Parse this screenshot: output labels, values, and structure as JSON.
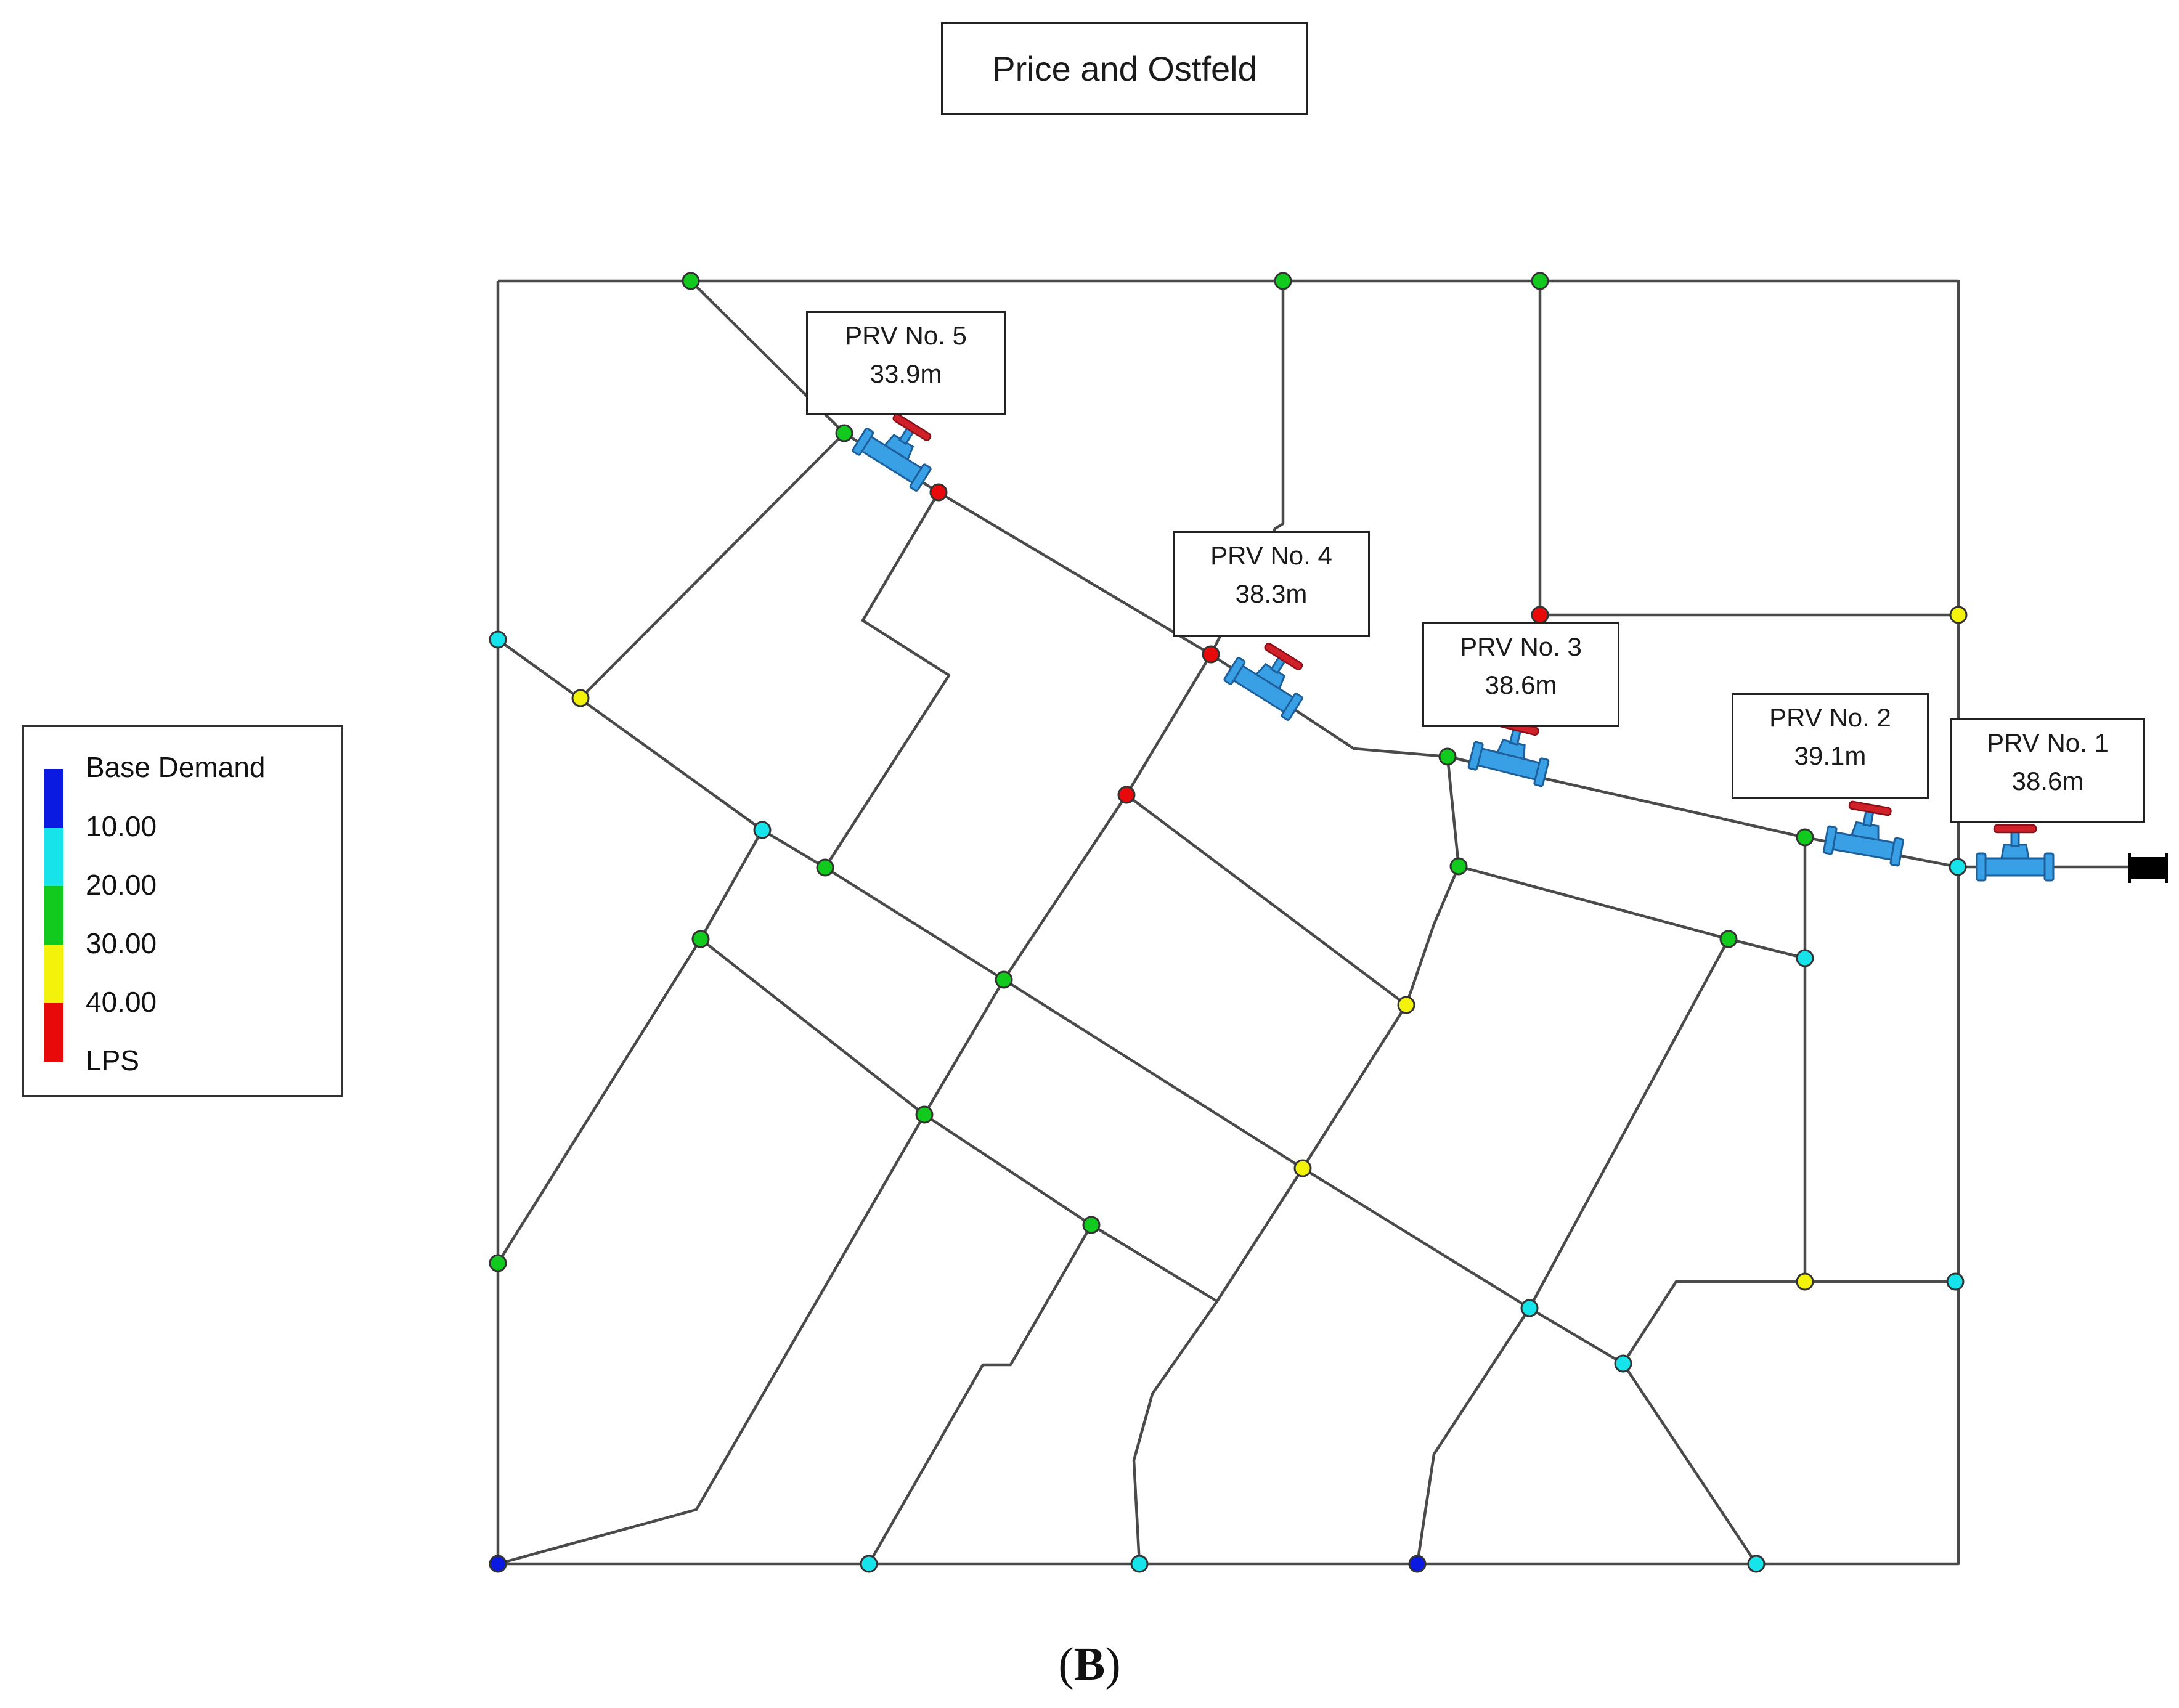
{
  "title": "Price and Ostfeld",
  "caption": {
    "open": "(",
    "letter": "B",
    "close": ")"
  },
  "legend": {
    "title": "Base Demand",
    "ticks": [
      "10.00",
      "20.00",
      "30.00",
      "40.00"
    ],
    "unit": "LPS",
    "colors": [
      "#0a1ae0",
      "#16e4ea",
      "#12c91e",
      "#f2f20a",
      "#e80a0a"
    ]
  },
  "valves": [
    {
      "name": "PRV No. 5",
      "pressure": "33.9m"
    },
    {
      "name": "PRV No. 4",
      "pressure": "38.3m"
    },
    {
      "name": "PRV No. 3",
      "pressure": "38.6m"
    },
    {
      "name": "PRV No. 2",
      "pressure": "39.1m"
    },
    {
      "name": "PRV No. 1",
      "pressure": "38.6m"
    }
  ],
  "nodes": [
    {
      "id": "n1",
      "class": 3
    },
    {
      "id": "n2",
      "class": 3
    },
    {
      "id": "n3",
      "class": 3
    },
    {
      "id": "n4",
      "class": 3
    },
    {
      "id": "n5",
      "class": 5
    },
    {
      "id": "n6",
      "class": 4
    },
    {
      "id": "n7",
      "class": 2
    },
    {
      "id": "n8",
      "class": 4
    },
    {
      "id": "n9",
      "class": 5
    },
    {
      "id": "n10",
      "class": 5
    },
    {
      "id": "n11",
      "class": 3
    },
    {
      "id": "n12",
      "class": 2
    },
    {
      "id": "n13",
      "class": 3
    },
    {
      "id": "n14",
      "class": 5
    },
    {
      "id": "n15",
      "class": 3
    },
    {
      "id": "n16",
      "class": 2
    },
    {
      "id": "n17",
      "class": 3
    },
    {
      "id": "n18",
      "class": 3
    },
    {
      "id": "n19",
      "class": 4
    },
    {
      "id": "n20",
      "class": 3
    },
    {
      "id": "n21",
      "class": 2
    },
    {
      "id": "n22",
      "class": 3
    },
    {
      "id": "n23",
      "class": 4
    },
    {
      "id": "n24",
      "class": 3
    },
    {
      "id": "n25",
      "class": 3
    },
    {
      "id": "n26",
      "class": 3
    },
    {
      "id": "n27",
      "class": 2
    },
    {
      "id": "n28",
      "class": 4
    },
    {
      "id": "n29",
      "class": 2
    },
    {
      "id": "n30",
      "class": 2
    },
    {
      "id": "n31",
      "class": 1
    },
    {
      "id": "n32",
      "class": 2
    },
    {
      "id": "n33",
      "class": 2
    },
    {
      "id": "n34",
      "class": 1
    },
    {
      "id": "n35",
      "class": 2
    }
  ],
  "reservoir": "reservoir"
}
